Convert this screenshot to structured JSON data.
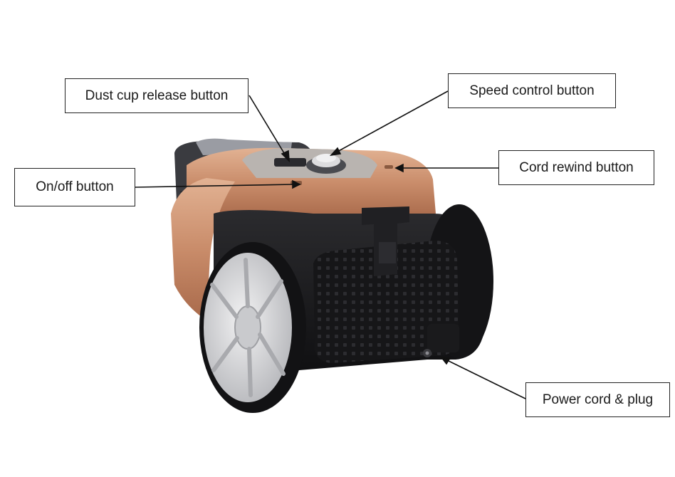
{
  "labels": {
    "dust_cup_release": "Dust cup release button",
    "speed_control": "Speed control button",
    "cord_rewind": "Cord rewind button",
    "on_off": "On/off button",
    "power_cord_plug": "Power cord & plug"
  },
  "colors": {
    "body_copper": "#c98c6a",
    "body_black": "#1b1b1d",
    "wheel_silver": "#d8d9dc",
    "border": "#222222"
  }
}
